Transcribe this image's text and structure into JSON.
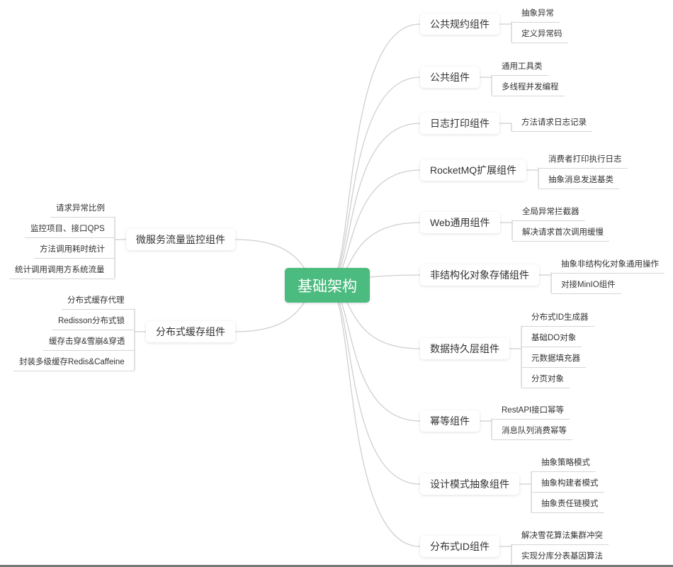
{
  "root": "基础架构",
  "colors": {
    "root": "#4cbb7f",
    "line": "#cfcfcf"
  },
  "right_topics": [
    {
      "label": "公共规约组件",
      "children": [
        "抽象异常",
        "定义异常码"
      ]
    },
    {
      "label": "公共组件",
      "children": [
        "通用工具类",
        "多线程并发编程"
      ]
    },
    {
      "label": "日志打印组件",
      "children": [
        "方法请求日志记录"
      ]
    },
    {
      "label": "RocketMQ扩展组件",
      "children": [
        "消费者打印执行日志",
        "抽象消息发送基类"
      ]
    },
    {
      "label": "Web通用组件",
      "children": [
        "全局异常拦截器",
        "解决请求首次调用缓慢"
      ]
    },
    {
      "label": "非结构化对象存储组件",
      "children": [
        "抽象非结构化对象通用操作",
        "对接MinIO组件"
      ]
    },
    {
      "label": "数据持久层组件",
      "children": [
        "分布式ID生成器",
        "基础DO对象",
        "元数据填充器",
        "分页对象"
      ]
    },
    {
      "label": "幂等组件",
      "children": [
        "RestAPI接口幂等",
        "消息队列消费幂等"
      ]
    },
    {
      "label": "设计模式抽象组件",
      "children": [
        "抽象策略模式",
        "抽象构建者模式",
        "抽象责任链模式"
      ]
    },
    {
      "label": "分布式ID组件",
      "children": [
        "解决雪花算法集群冲突",
        "实现分库分表基因算法"
      ]
    }
  ],
  "left_topics": [
    {
      "label": "微服务流量监控组件",
      "children": [
        "请求异常比例",
        "监控项目、接口QPS",
        "方法调用耗时统计",
        "统计调用调用方系统流量"
      ]
    },
    {
      "label": "分布式缓存组件",
      "children": [
        "分布式缓存代理",
        "Redisson分布式锁",
        "缓存击穿&雪崩&穿透",
        "封装多级缓存Redis&Caffeine"
      ]
    }
  ]
}
